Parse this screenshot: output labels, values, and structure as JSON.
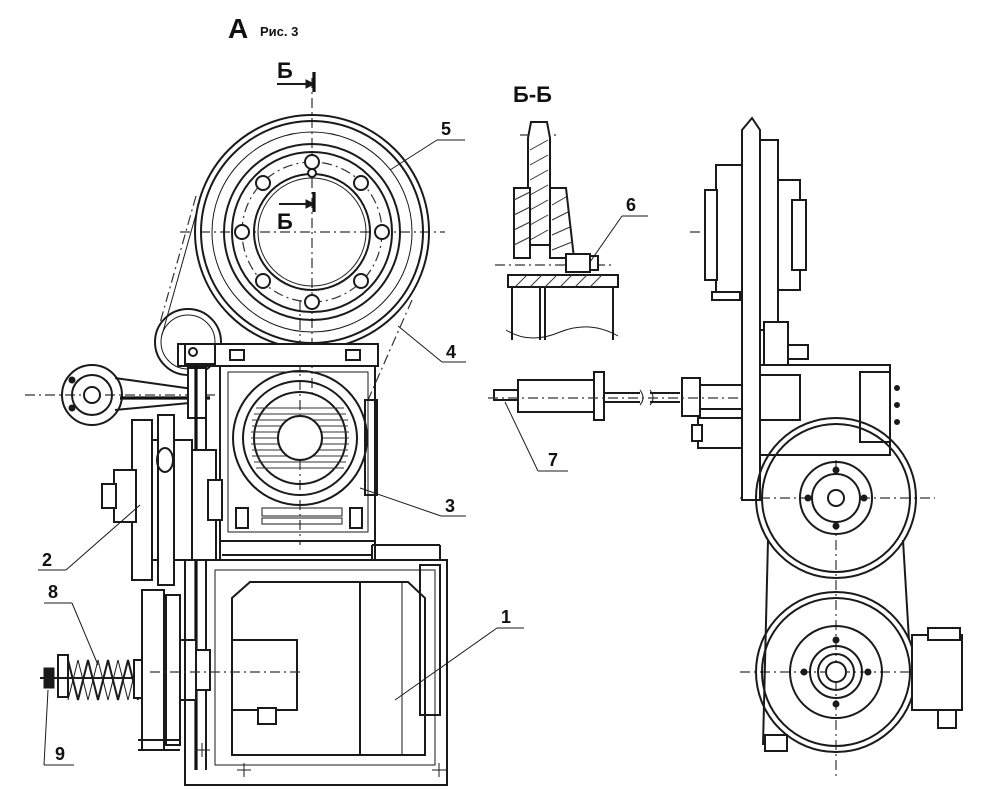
{
  "header": {
    "view_letter": "А",
    "figure_caption": "Рис. 3"
  },
  "section": {
    "marker": "Б",
    "title": "Б-Б"
  },
  "callouts": [
    "1",
    "2",
    "3",
    "4",
    "5",
    "6",
    "7",
    "8",
    "9"
  ],
  "colors": {
    "ink": "#1a1a1a",
    "paper": "#ffffff"
  }
}
